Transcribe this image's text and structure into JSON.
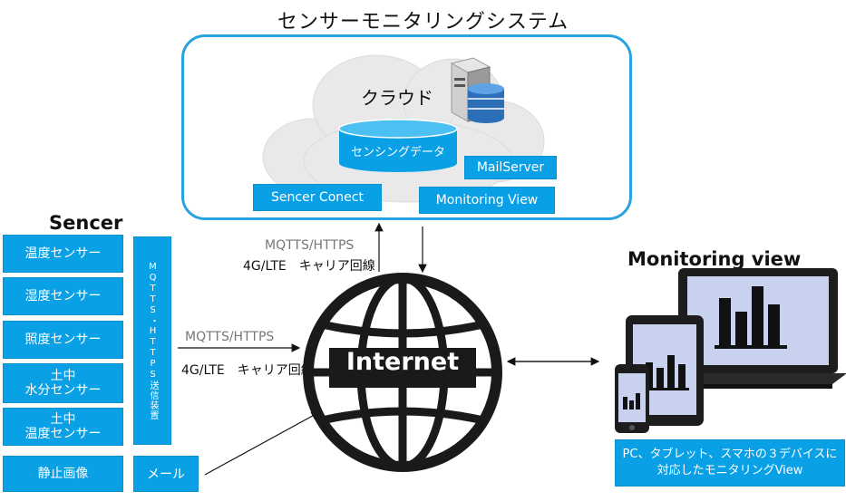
{
  "title": "センサーモニタリングシステム",
  "cloud": {
    "label": "クラウド",
    "datastore": "センシングデータ",
    "mail_server": "MailServer",
    "sencer_conect": "Sencer Conect",
    "monitoring_view": "Monitoring View"
  },
  "sencer": {
    "heading": "Sencer",
    "items": [
      {
        "line1": "温度センサー",
        "line2": ""
      },
      {
        "line1": "湿度センサー",
        "line2": ""
      },
      {
        "line1": "照度センサー",
        "line2": ""
      },
      {
        "line1": "土中",
        "line2": "水分センサー"
      },
      {
        "line1": "土中",
        "line2": "温度センサー"
      }
    ],
    "static_image": "静止画像",
    "transmitter": "MQTTS・HTTPS送信装置",
    "mail": "メール"
  },
  "links": {
    "cloud_proto": "MQTTS/HTTPS",
    "cloud_carrier": "4G/LTE　キャリア回線",
    "sensor_proto": "MQTTS/HTTPS",
    "sensor_carrier": "4G/LTE　キャリア回線"
  },
  "internet_label": "Internet",
  "monitoring": {
    "heading": "Monitoring view",
    "caption_line1": "PC、タブレット、スマホの３デバイスに",
    "caption_line2": "対応したモニタリングView"
  },
  "colors": {
    "accent": "#0aa0e6",
    "frame": "#29a3e0",
    "globe": "#1a1a1a",
    "cloud": "#e9e9ea"
  }
}
